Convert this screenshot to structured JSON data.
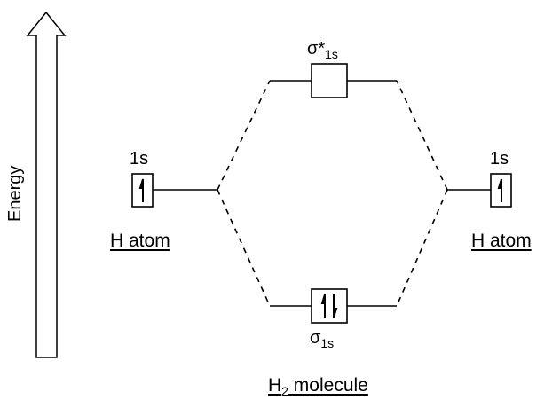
{
  "axis": {
    "label": "Energy"
  },
  "left_atom": {
    "orbital": "1s",
    "label": "H atom",
    "electrons": [
      "up"
    ]
  },
  "right_atom": {
    "orbital": "1s",
    "label": "H atom",
    "electrons": [
      "up"
    ]
  },
  "antibonding": {
    "symbol": "σ*",
    "subscript": "1s",
    "electrons": []
  },
  "bonding": {
    "symbol": "σ",
    "subscript": "1s",
    "electrons": [
      "up",
      "down"
    ]
  },
  "molecule": {
    "prefix": "H",
    "subscript": "2",
    "suffix": " molecule"
  }
}
